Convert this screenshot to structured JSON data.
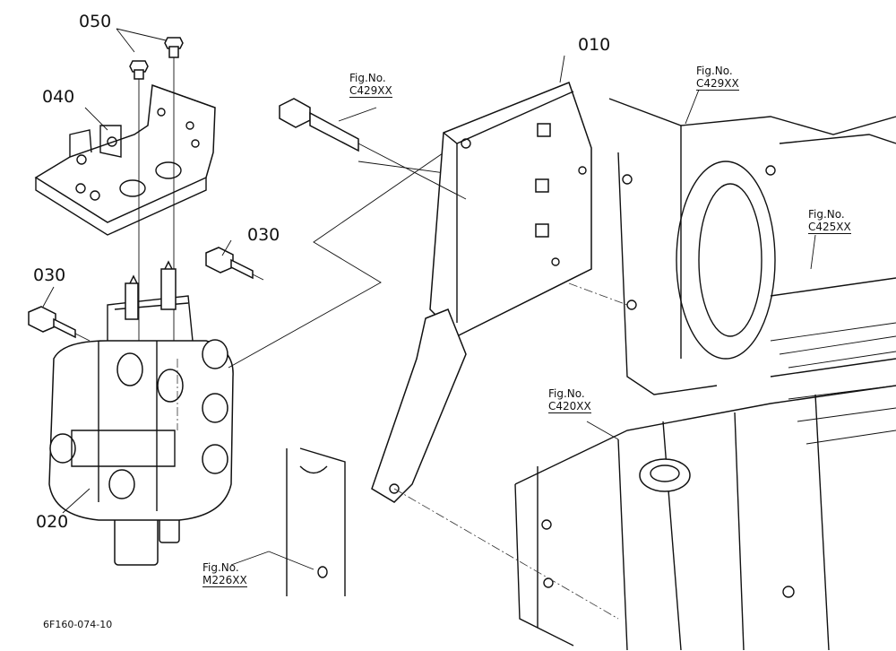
{
  "callouts": {
    "p050": "050",
    "p040": "040",
    "p030a": "030",
    "p030b": "030",
    "p020": "020",
    "p010": "010"
  },
  "fig_refs": [
    {
      "label": "Fig.No.",
      "code": "C429XX"
    },
    {
      "label": "Fig.No.",
      "code": "C429XX"
    },
    {
      "label": "Fig.No.",
      "code": "C425XX"
    },
    {
      "label": "Fig.No.",
      "code": "C420XX"
    },
    {
      "label": "Fig.No.",
      "code": "M226XX"
    }
  ],
  "drawing_id": "6F160-074-10"
}
